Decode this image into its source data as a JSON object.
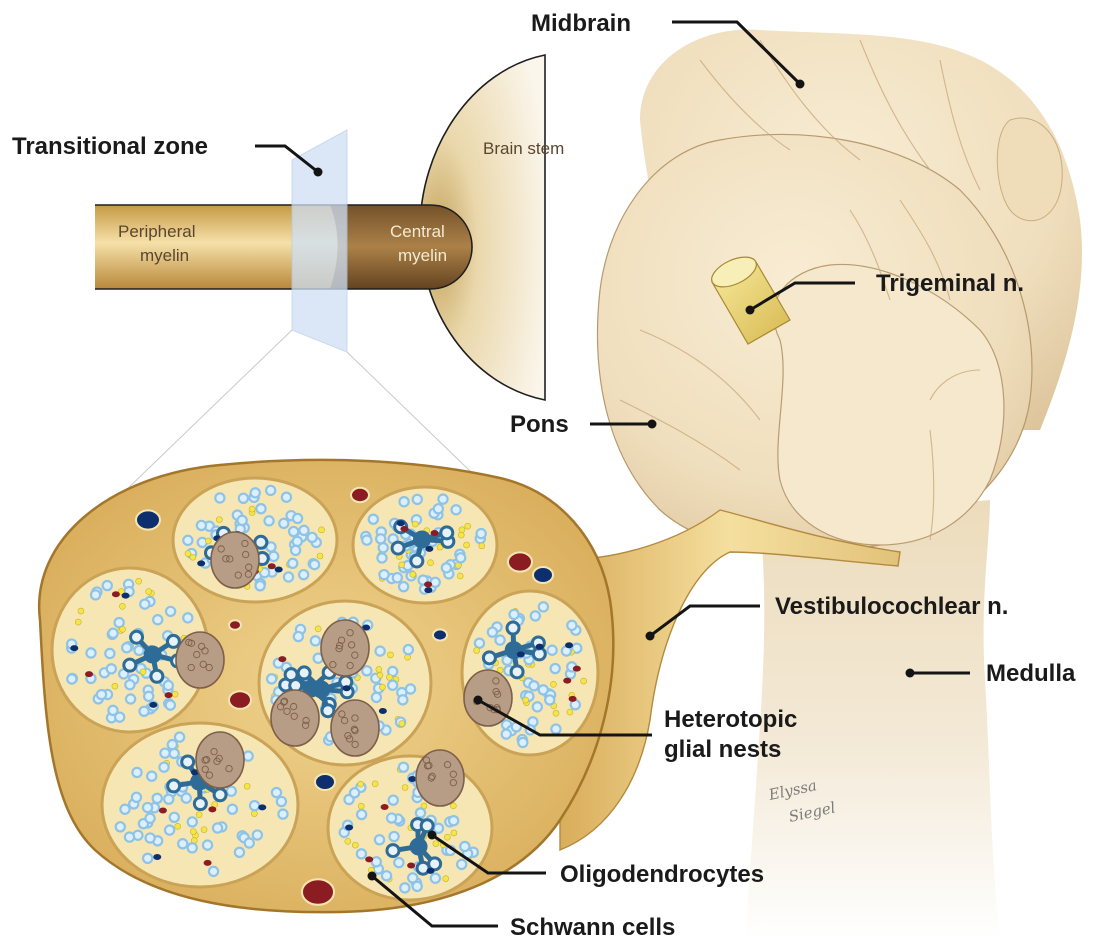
{
  "labels": {
    "midbrain": "Midbrain",
    "transitional_zone": "Transitional zone",
    "brain_stem": "Brain stem",
    "peripheral_myelin_1": "Peripheral",
    "peripheral_myelin_2": "myelin",
    "central_myelin_1": "Central",
    "central_myelin_2": "myelin",
    "trigeminal": "Trigeminal n.",
    "pons": "Pons",
    "vestibulocochlear": "Vestibulocochlear n.",
    "medulla": "Medulla",
    "heterotopic_1": "Heterotopic",
    "heterotopic_2": "glial nests",
    "oligodendrocytes": "Oligodendrocytes",
    "schwann": "Schwann cells"
  },
  "signature": {
    "line1": "Elyssa",
    "line2": "Siegel"
  },
  "colors": {
    "brain": "#f1e2c2",
    "brain_shadow": "#d9c096",
    "nerve": "#e9c878",
    "fascicle_fill": "#f6e6b4",
    "fascicle_edge": "#caa356",
    "schwann_cell": "#8ec3e6",
    "oligodendrocyte": "#2e6c97",
    "glial_nest": "#b79c86",
    "vessel_red": "#8b1c22",
    "vessel_blue": "#0d2f6e",
    "transitional_plane": "#cfe0f5"
  }
}
